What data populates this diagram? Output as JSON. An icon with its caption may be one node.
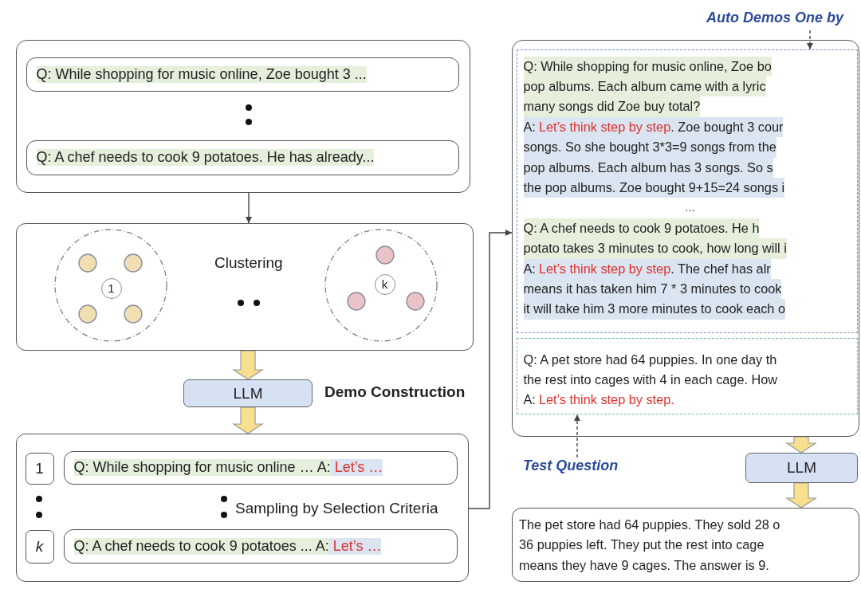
{
  "diagram": {
    "nodes": [
      {
        "text": [],
        "shape": "box"
      },
      {
        "text": [
          "Q: While shopping for music online, Zoe bought 3 ..."
        ],
        "in": 0
      },
      {
        "text": [
          "Q: A chef needs to cook 9 potatoes. He has already..."
        ],
        "in": 0
      },
      {
        "text": [
          "Clustering"
        ]
      },
      {
        "text": [
          "1"
        ],
        "in": 3
      },
      {
        "text": [
          "k"
        ],
        "in": 3
      },
      {
        "text": [
          "LLM"
        ],
        "beside": [
          "Demo Construction"
        ]
      },
      {
        "text": [
          "Sampling by Selection Criteria"
        ]
      },
      {
        "text": [
          "1"
        ],
        "in": 7
      },
      {
        "text": [
          "Q: While shopping for music online … A:",
          "Let’s …"
        ],
        "in": 7
      },
      {
        "text": [
          "k"
        ],
        "in": 7
      },
      {
        "text": [
          "Q: A chef needs to cook 9 potatoes ... A:",
          "Let’s …"
        ],
        "in": 7
      },
      {
        "text": [
          "Auto Demos One by"
        ]
      },
      {
        "text": [],
        "shape": "box"
      },
      {
        "text": [
          "Q: While shopping for music online, Zoe bo",
          "pop albums. Each album came with a lyric",
          "many songs did Zoe buy total?",
          "A:",
          "Let’s think step by step",
          ". Zoe bought 3 cour",
          "songs. So she bought 3*3=9 songs from the",
          "pop albums. Each album has 3 songs. So s",
          "the pop albums. Zoe bought 9+15=24 songs i",
          "…",
          "Q: A chef needs to cook 9 potatoes. He h",
          "potato takes 3 minutes to cook, how long will i",
          "A:",
          "Let’s think step by step",
          ". The chef has alr",
          "means it has taken him 7 * 3 minutes to cook",
          "it will take him 3 more minutes to cook each o"
        ],
        "in": 13
      },
      {
        "text": [
          "Q: A pet store had 64 puppies. In one day th",
          "the rest into cages with 4 in each cage. How",
          "A:",
          "Let’s think step by step."
        ],
        "in": 13
      },
      {
        "text": [
          "Test Question"
        ]
      },
      {
        "text": [
          "LLM"
        ]
      },
      {
        "text": [
          "The pet store had 64 puppies. They sold 28 o",
          "36 puppies left. They put the rest into cage",
          "means they have 9 cages. The answer is 9."
        ]
      }
    ],
    "edges": [
      {
        "from": 0,
        "to": 3,
        "arrow": "to"
      },
      {
        "from": 3,
        "to": 6,
        "arrow": "to",
        "style": "thick",
        "color": "#f8e08e"
      },
      {
        "from": 6,
        "to": 7,
        "arrow": "to",
        "style": "thick",
        "color": "#f8e08e"
      },
      {
        "from": 7,
        "to": 13,
        "arrow": "to"
      },
      {
        "from": 12,
        "to": 14,
        "arrow": "to",
        "style": "dashed"
      },
      {
        "from": 16,
        "to": 15,
        "arrow": "to",
        "style": "dashed"
      },
      {
        "from": 13,
        "to": 17,
        "arrow": "to",
        "style": "thick",
        "color": "#f8e08e"
      },
      {
        "from": 17,
        "to": 18,
        "arrow": "to",
        "style": "thick",
        "color": "#f8e08e"
      }
    ]
  }
}
